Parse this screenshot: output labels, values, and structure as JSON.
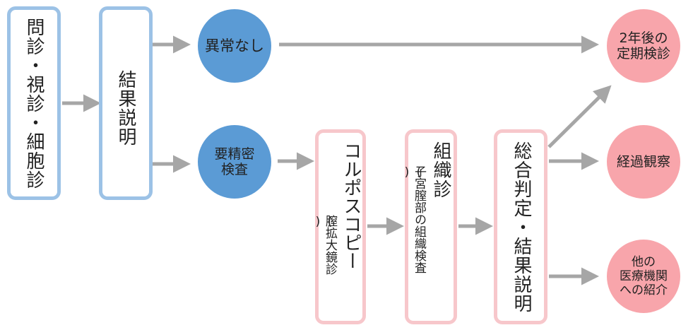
{
  "boxes": {
    "initial_exam": "問診・視診・細胞診",
    "result_explanation": "結果説明",
    "colposcopy": {
      "main": "コルポスコピー",
      "sub": [
        "(",
        "膣拡大鏡診",
        ")"
      ]
    },
    "biopsy": {
      "main": "組織診",
      "sub": [
        "(",
        "子宮膣部の組織検査",
        ")"
      ]
    },
    "final_judgment": "総合判定・結果説明"
  },
  "circles": {
    "no_abnormality": [
      "異常なし"
    ],
    "further_exam": [
      "要精密",
      "検査"
    ],
    "regular_checkup": [
      "2年後の",
      "定期検診"
    ],
    "observation": [
      "経過観察"
    ],
    "referral": [
      "他の",
      "医療機関",
      "への紹介"
    ]
  },
  "colors": {
    "blue_border": "#9cc2e6",
    "pink_border": "#f7c7cb",
    "blue_circle": "#5b9bd5",
    "pink_circle": "#f8a5ab",
    "arrow": "#a6a6a6"
  }
}
